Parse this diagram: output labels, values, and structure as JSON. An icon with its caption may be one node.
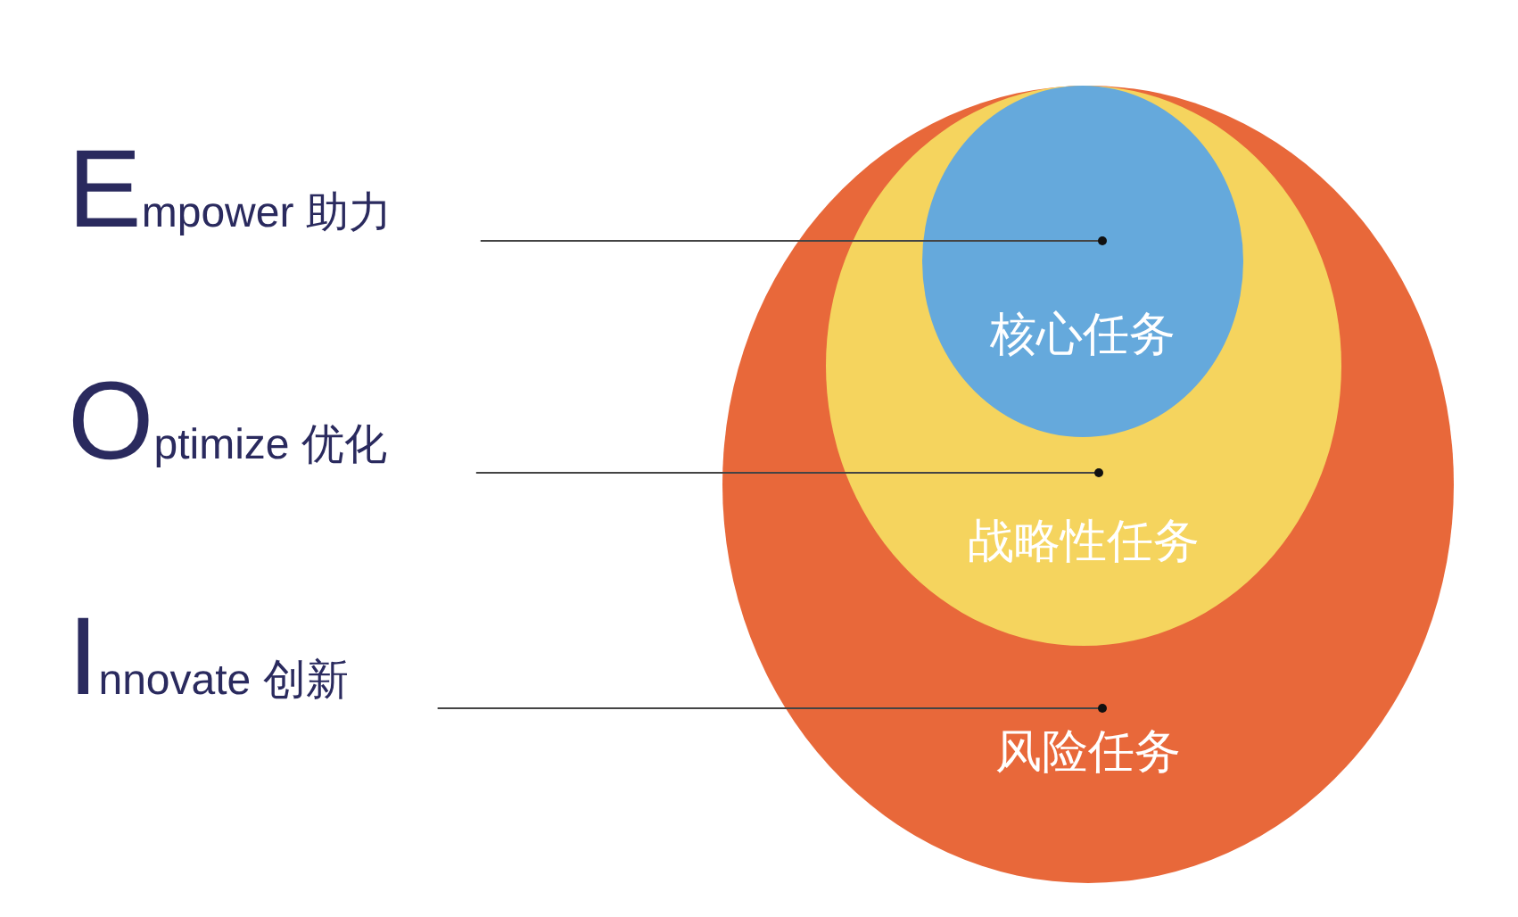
{
  "diagram": {
    "nodes": [
      {
        "text": [
          "风险任务"
        ]
      },
      {
        "text": [
          "战略性任务"
        ],
        "in": 0
      },
      {
        "text": [
          "核心任务"
        ],
        "in": 1
      },
      {
        "text": [
          "Empower 助力"
        ]
      },
      {
        "text": [
          "Optimize 优化"
        ]
      },
      {
        "text": [
          "Innovate 创新"
        ]
      }
    ],
    "edges": [
      {
        "from": 3,
        "to": 2,
        "arrow": "other"
      },
      {
        "from": 4,
        "to": 1,
        "arrow": "other"
      },
      {
        "from": 5,
        "to": 0,
        "arrow": "other"
      }
    ]
  }
}
